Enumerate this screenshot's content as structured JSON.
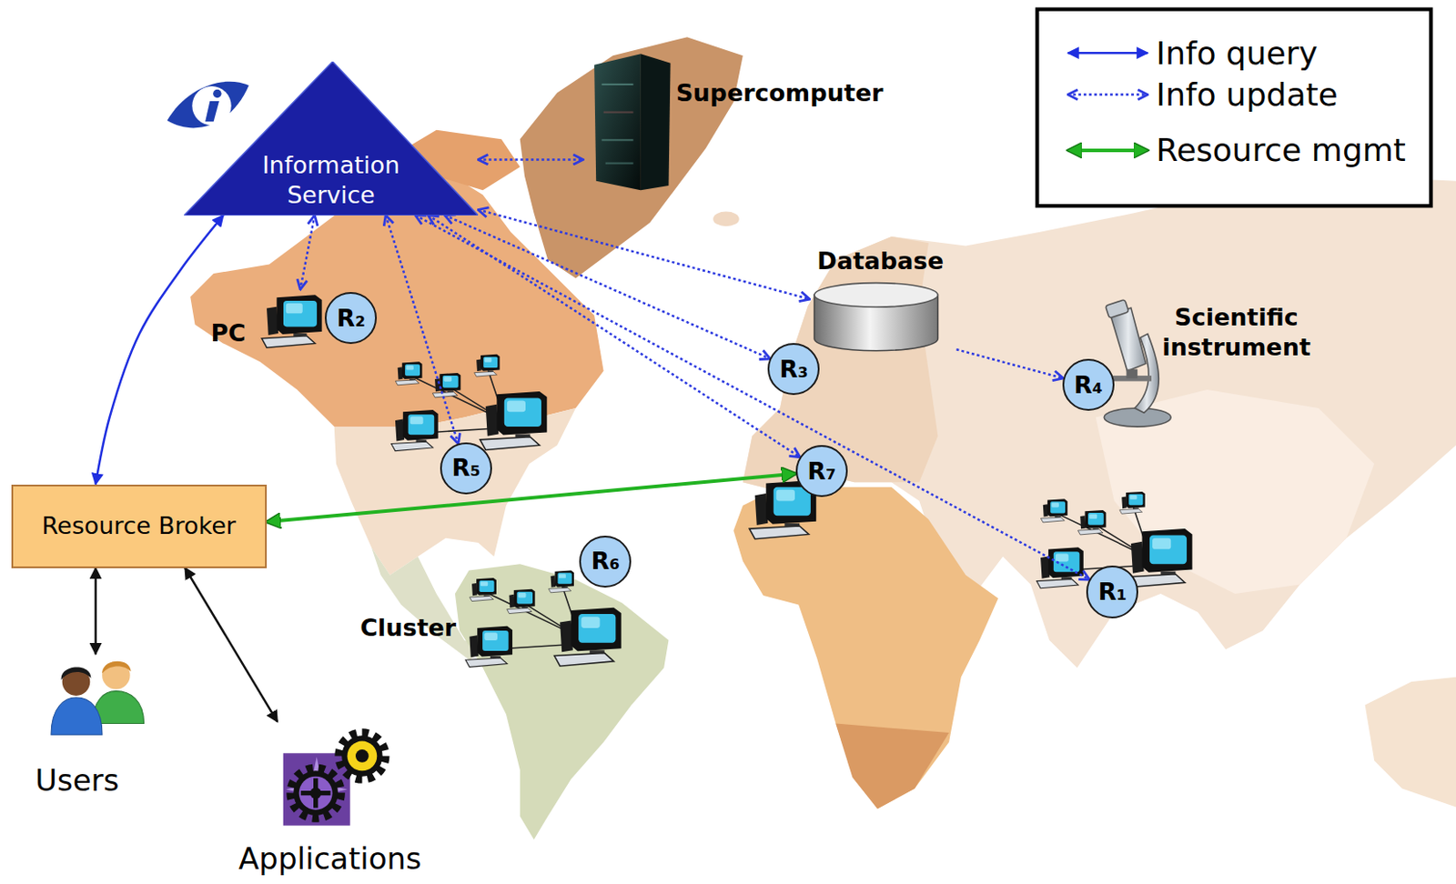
{
  "diagram": {
    "nodes": [
      {
        "text": [
          "Information Service"
        ]
      },
      {
        "text": [
          "Supercomputer"
        ]
      },
      {
        "text": [
          "Database"
        ]
      },
      {
        "text": [
          "PC"
        ]
      },
      {
        "text": [
          "R₂"
        ]
      },
      {
        "text": [
          "Scientific instrument"
        ]
      },
      {
        "text": [
          "R₃"
        ]
      },
      {
        "text": [
          "R₄"
        ]
      },
      {
        "text": [
          "R₅"
        ]
      },
      {
        "text": [
          "R₇"
        ]
      },
      {
        "text": [
          "Resource Broker"
        ]
      },
      {
        "text": [
          "R₆"
        ]
      },
      {
        "text": [
          "R₁"
        ]
      },
      {
        "text": [
          "Cluster"
        ]
      },
      {
        "text": [
          "Users"
        ]
      },
      {
        "text": [
          "Applications"
        ]
      }
    ],
    "edges": [
      {
        "from": 0,
        "to": 1,
        "arrow": "both"
      },
      {
        "from": 0,
        "to": 3,
        "arrow": "both"
      },
      {
        "from": 0,
        "to": 8,
        "arrow": "both"
      },
      {
        "from": 0,
        "to": 2,
        "arrow": "both"
      },
      {
        "from": 0,
        "to": 6,
        "arrow": "both"
      },
      {
        "from": 0,
        "to": 9,
        "arrow": "both"
      },
      {
        "from": 0,
        "to": 12,
        "arrow": "both"
      },
      {
        "from": 2,
        "to": 7,
        "arrow": "to"
      },
      {
        "from": 10,
        "to": 0,
        "arrow": "both"
      },
      {
        "from": 10,
        "to": 9,
        "arrow": "both"
      },
      {
        "from": 10,
        "to": 14,
        "arrow": "both"
      },
      {
        "from": 10,
        "to": 15,
        "arrow": "both"
      }
    ],
    "legend": [
      {
        "text": "Info query"
      },
      {
        "text": "Info update"
      },
      {
        "text": "Resource mgmt"
      }
    ]
  }
}
